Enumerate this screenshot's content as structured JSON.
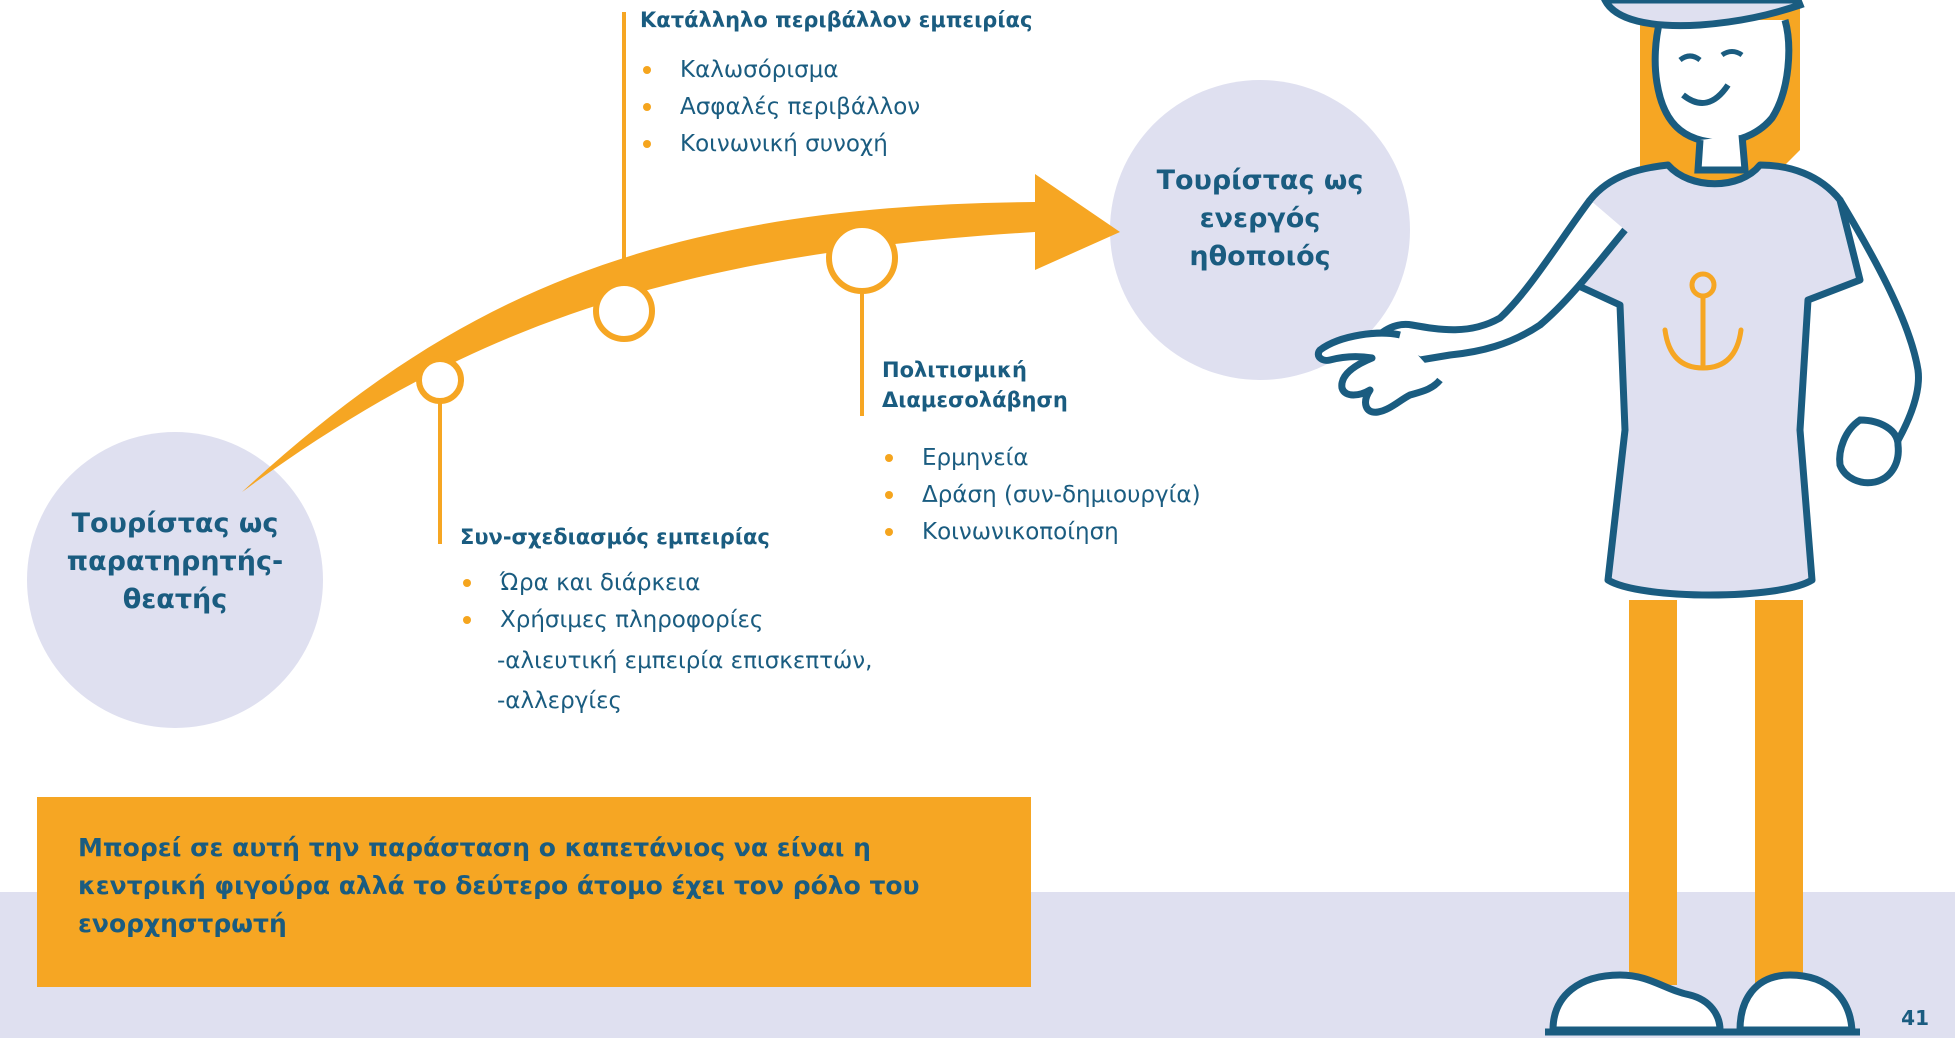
{
  "start_state": "Τουρίστας ως παρατηρητής-θεατής",
  "end_state": "Τουρίστας ως ενεργός ηθοποιός",
  "stages": [
    {
      "title": "Κατάλληλο περιβάλλον εμπειρίας",
      "items": [
        "Καλωσόρισμα",
        "Ασφαλές περιβάλλον",
        "Κοινωνική συνοχή"
      ]
    },
    {
      "title": "Πολιτισμική Διαμεσολάβηση",
      "items": [
        "Ερμηνεία",
        "Δράση (συν-δημιουργία)",
        "Κοινωνικοποίηση"
      ]
    },
    {
      "title": "Συν-σχεδιασμός εμπειρίας",
      "items": [
        "Ώρα και διάρκεια",
        "Χρήσιμες πληροφορίες"
      ],
      "sub_items": [
        "-αλιευτική εμπειρία επισκεπτών,",
        "-αλλεργίες"
      ]
    }
  ],
  "note": "Μπορεί σε αυτή την παράσταση ο καπετάνιος να είναι η κεντρική φιγούρα αλλά το δεύτερο άτομο έχει τον ρόλο του ενορχηστρωτή",
  "page_number": "41",
  "colors": {
    "accent": "#f6a623",
    "text": "#1a5c80",
    "circle": "#dfe0f0"
  }
}
